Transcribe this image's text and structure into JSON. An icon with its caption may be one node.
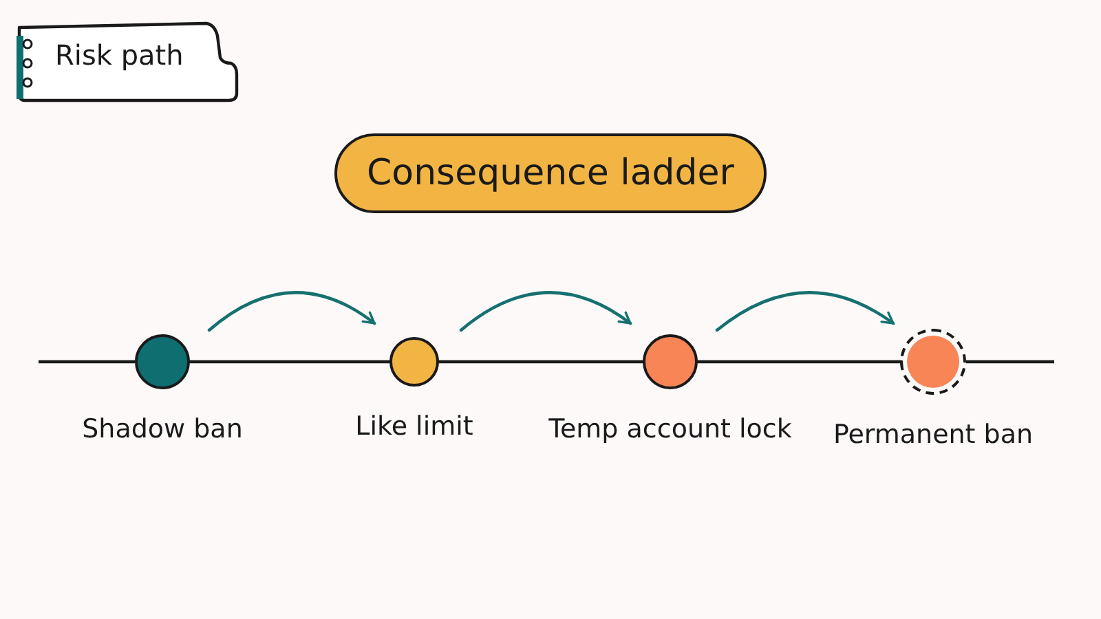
{
  "diagram": {
    "title": "Consequence ladder",
    "nodes": [
      {
        "text": [
          "Risk path"
        ]
      },
      {
        "text": [
          "Shadow ban"
        ]
      },
      {
        "text": [
          "Like limit"
        ]
      },
      {
        "text": [
          "Temp account lock"
        ]
      },
      {
        "text": [
          "Permanent ban"
        ]
      }
    ],
    "edges": [
      {
        "from": 1,
        "to": 2,
        "arrow": "to",
        "color": "#16706f"
      },
      {
        "from": 2,
        "to": 3,
        "arrow": "to",
        "color": "#16706f"
      },
      {
        "from": 3,
        "to": 4,
        "arrow": "to",
        "color": "#16706f"
      },
      {
        "from": 1,
        "to": 2,
        "arrow": "none"
      },
      {
        "from": 2,
        "to": 3,
        "arrow": "none"
      },
      {
        "from": 3,
        "to": 4,
        "arrow": "none"
      }
    ]
  }
}
